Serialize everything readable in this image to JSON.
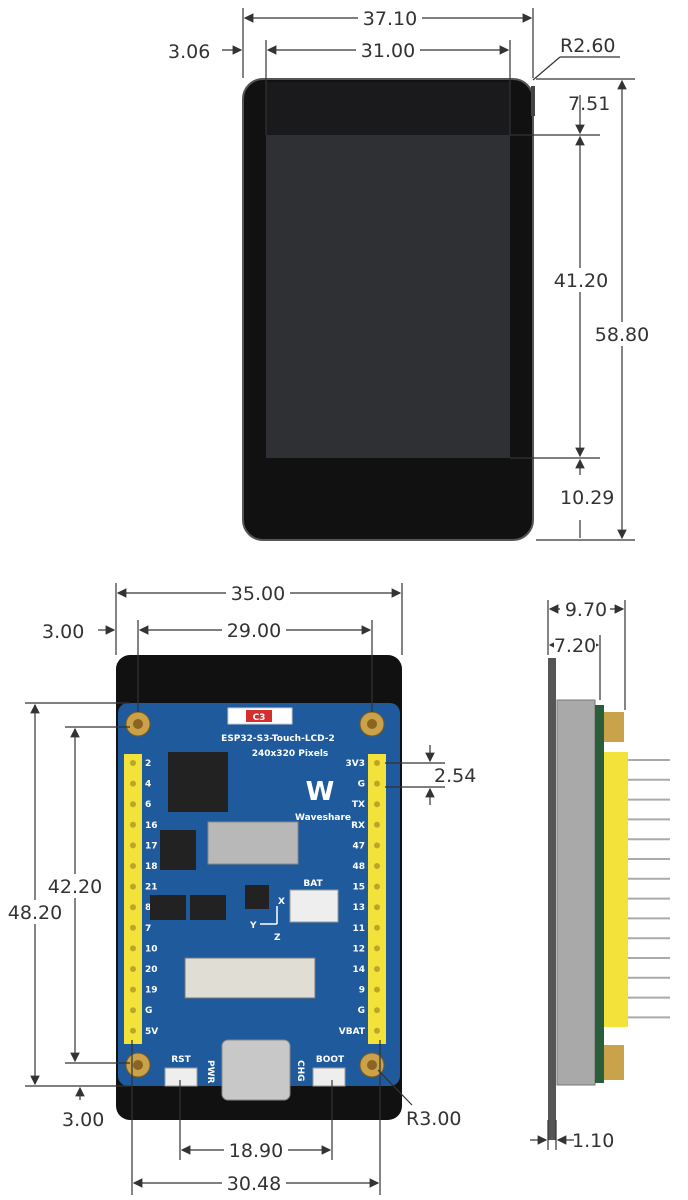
{
  "top_view": {
    "dimensions": {
      "overall_width": "37.10",
      "display_width": "31.00",
      "side_margin": "3.06",
      "corner_radius": "R2.60",
      "top_margin": "7.51",
      "display_height": "41.20",
      "overall_height": "58.80",
      "bottom_margin": "10.29"
    }
  },
  "bottom_view": {
    "dimensions": {
      "overall_width": "35.00",
      "hole_spacing_x": "29.00",
      "hole_offset_top": "3.00",
      "overall_height": "48.20",
      "hole_spacing_y": "42.20",
      "hole_offset_bottom": "3.00",
      "button_spacing": "18.90",
      "header_spacing": "30.48",
      "hole_radius": "R3.00",
      "pin_pitch": "2.54"
    },
    "board": {
      "model": "ESP32-S3-Touch-LCD-2",
      "resolution": "240x320 Pixels",
      "brand": "Waveshare",
      "capacitor_label": "C3",
      "battery_label": "BAT",
      "axis_x": "X",
      "axis_y": "Y",
      "axis_z": "Z",
      "rst_label": "RST",
      "pwr_label": "PWR",
      "chg_label": "CHG",
      "boot_label": "BOOT",
      "left_pins": [
        "2",
        "4",
        "6",
        "16",
        "17",
        "18",
        "21",
        "8",
        "7",
        "10",
        "20",
        "19",
        "G",
        "5V"
      ],
      "right_pins": [
        "3V3",
        "G",
        "TX",
        "RX",
        "47",
        "48",
        "15",
        "13",
        "11",
        "12",
        "14",
        "9",
        "G",
        "VBAT"
      ]
    }
  },
  "side_view": {
    "dimensions": {
      "total_depth": "9.70",
      "body_depth": "7.20",
      "glass_thickness": "1.10"
    }
  }
}
